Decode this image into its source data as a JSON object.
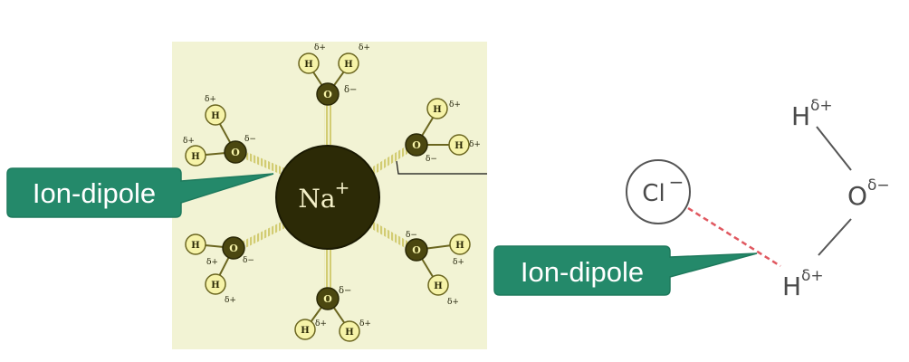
{
  "cation": {
    "symbol": "Na",
    "charge": "+"
  },
  "water_atoms": {
    "oxygen": "O",
    "hydrogen": "H"
  },
  "partial_charges": {
    "positive": "δ+",
    "negative": "δ−"
  },
  "chloride": {
    "symbol": "Cl",
    "charge": "−"
  },
  "water_right": {
    "hydrogen_top": "H",
    "hydrogen_top_charge": "δ+",
    "oxygen": "O",
    "oxygen_charge": "δ−",
    "hydrogen_bottom": "H",
    "hydrogen_bottom_charge": "δ+"
  },
  "callouts": {
    "left": "Ion-dipole",
    "right": "Ion-dipole"
  },
  "colors": {
    "panel_bg": "#f2f3d4",
    "cation_fill": "#2c2a06",
    "oxygen_fill": "#4b4710",
    "hydrogen_fill": "#f6f3a8",
    "bond_stripes": "#d6d17a",
    "callout_fill": "#24896a",
    "dashed_bond": "#e05860"
  }
}
